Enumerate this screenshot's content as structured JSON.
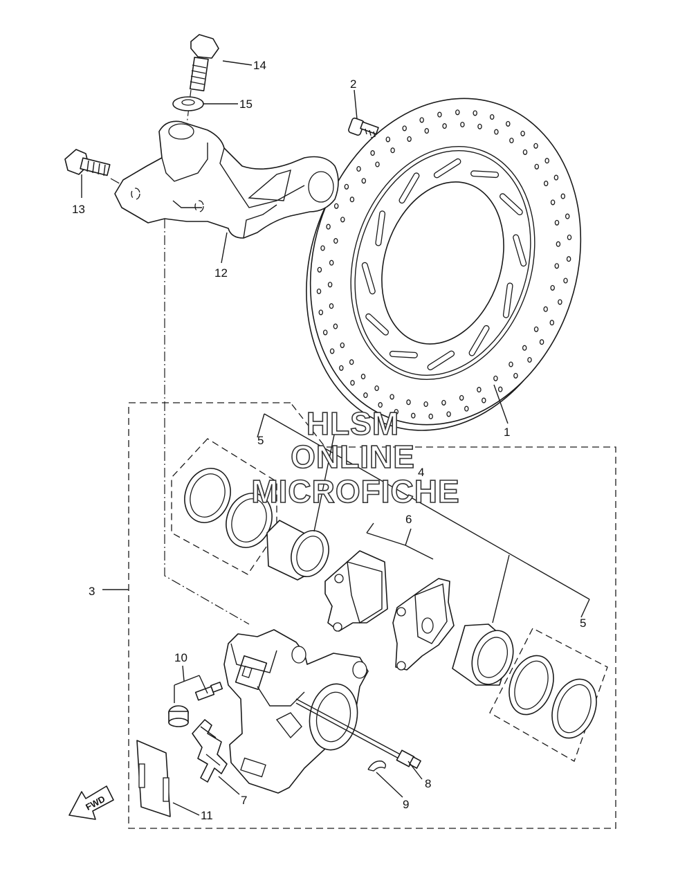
{
  "watermark": [
    "HLSM",
    "ONLINE",
    "MICROFICHE"
  ],
  "fwd_label": "FWD",
  "callouts": {
    "c1": "1",
    "c2": "2",
    "c3": "3",
    "c4": "4",
    "c5a": "5",
    "c5b": "5",
    "c6": "6",
    "c7": "7",
    "c8": "8",
    "c9": "9",
    "c10": "10",
    "c11": "11",
    "c12": "12",
    "c13": "13",
    "c14": "14",
    "c15": "15"
  }
}
